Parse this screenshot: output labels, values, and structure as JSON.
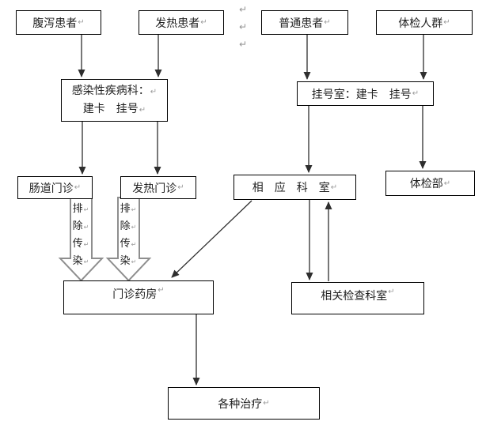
{
  "marks": {
    "return_mark": "↵"
  },
  "nodes": {
    "diarrhea": {
      "label": "腹泻患者"
    },
    "fever": {
      "label": "发热患者"
    },
    "ordinary": {
      "label": "普通患者"
    },
    "checkup_group": {
      "label": "体检人群"
    },
    "infectious_dept": {
      "line1": "感染性疾病科：",
      "line2": "建卡　挂号"
    },
    "registration": {
      "label": "挂号室：建卡　挂号"
    },
    "intestinal_clinic": {
      "label": "肠道门诊"
    },
    "fever_clinic": {
      "label": "发热门诊"
    },
    "corresponding_dept": {
      "label": "相　应　科　室"
    },
    "checkup_dept": {
      "label": "体检部"
    },
    "pharmacy": {
      "label": "门诊药房"
    },
    "exam_dept": {
      "label": "相关检查科室"
    },
    "treatment": {
      "label": "各种治疗"
    }
  },
  "exclude_infection": {
    "chars": [
      "排",
      "除",
      "传",
      "染"
    ]
  },
  "edges": [
    {
      "from": "腹泻患者",
      "to": "感染性疾病科：建卡　挂号",
      "style": "arrow"
    },
    {
      "from": "发热患者",
      "to": "感染性疾病科：建卡　挂号",
      "style": "arrow"
    },
    {
      "from": "普通患者",
      "to": "挂号室：建卡　挂号",
      "style": "arrow"
    },
    {
      "from": "体检人群",
      "to": "挂号室：建卡　挂号",
      "style": "arrow"
    },
    {
      "from": "感染性疾病科：建卡　挂号",
      "to": "肠道门诊",
      "style": "arrow"
    },
    {
      "from": "感染性疾病科：建卡　挂号",
      "to": "发热门诊",
      "style": "arrow"
    },
    {
      "from": "挂号室：建卡　挂号",
      "to": "相　应　科　室",
      "style": "arrow"
    },
    {
      "from": "挂号室：建卡　挂号",
      "to": "体检部",
      "style": "arrow"
    },
    {
      "from": "肠道门诊",
      "to": "门诊药房",
      "label": "排除传染",
      "style": "block-arrow"
    },
    {
      "from": "发热门诊",
      "to": "门诊药房",
      "label": "排除传染",
      "style": "block-arrow"
    },
    {
      "from": "相　应　科　室",
      "to": "门诊药房",
      "style": "arrow"
    },
    {
      "from": "相　应　科　室",
      "to": "相关检查科室",
      "style": "arrow"
    },
    {
      "from": "相关检查科室",
      "to": "相　应　科　室",
      "style": "arrow"
    },
    {
      "from": "门诊药房",
      "to": "各种治疗",
      "style": "arrow"
    }
  ],
  "colors": {
    "background": "#ffffff",
    "box_border": "#000000",
    "text": "#1f1f1f",
    "connector": "#2e2e2e",
    "block_arrow_outline": "#8e8e8e",
    "format_mark": "#999999"
  }
}
